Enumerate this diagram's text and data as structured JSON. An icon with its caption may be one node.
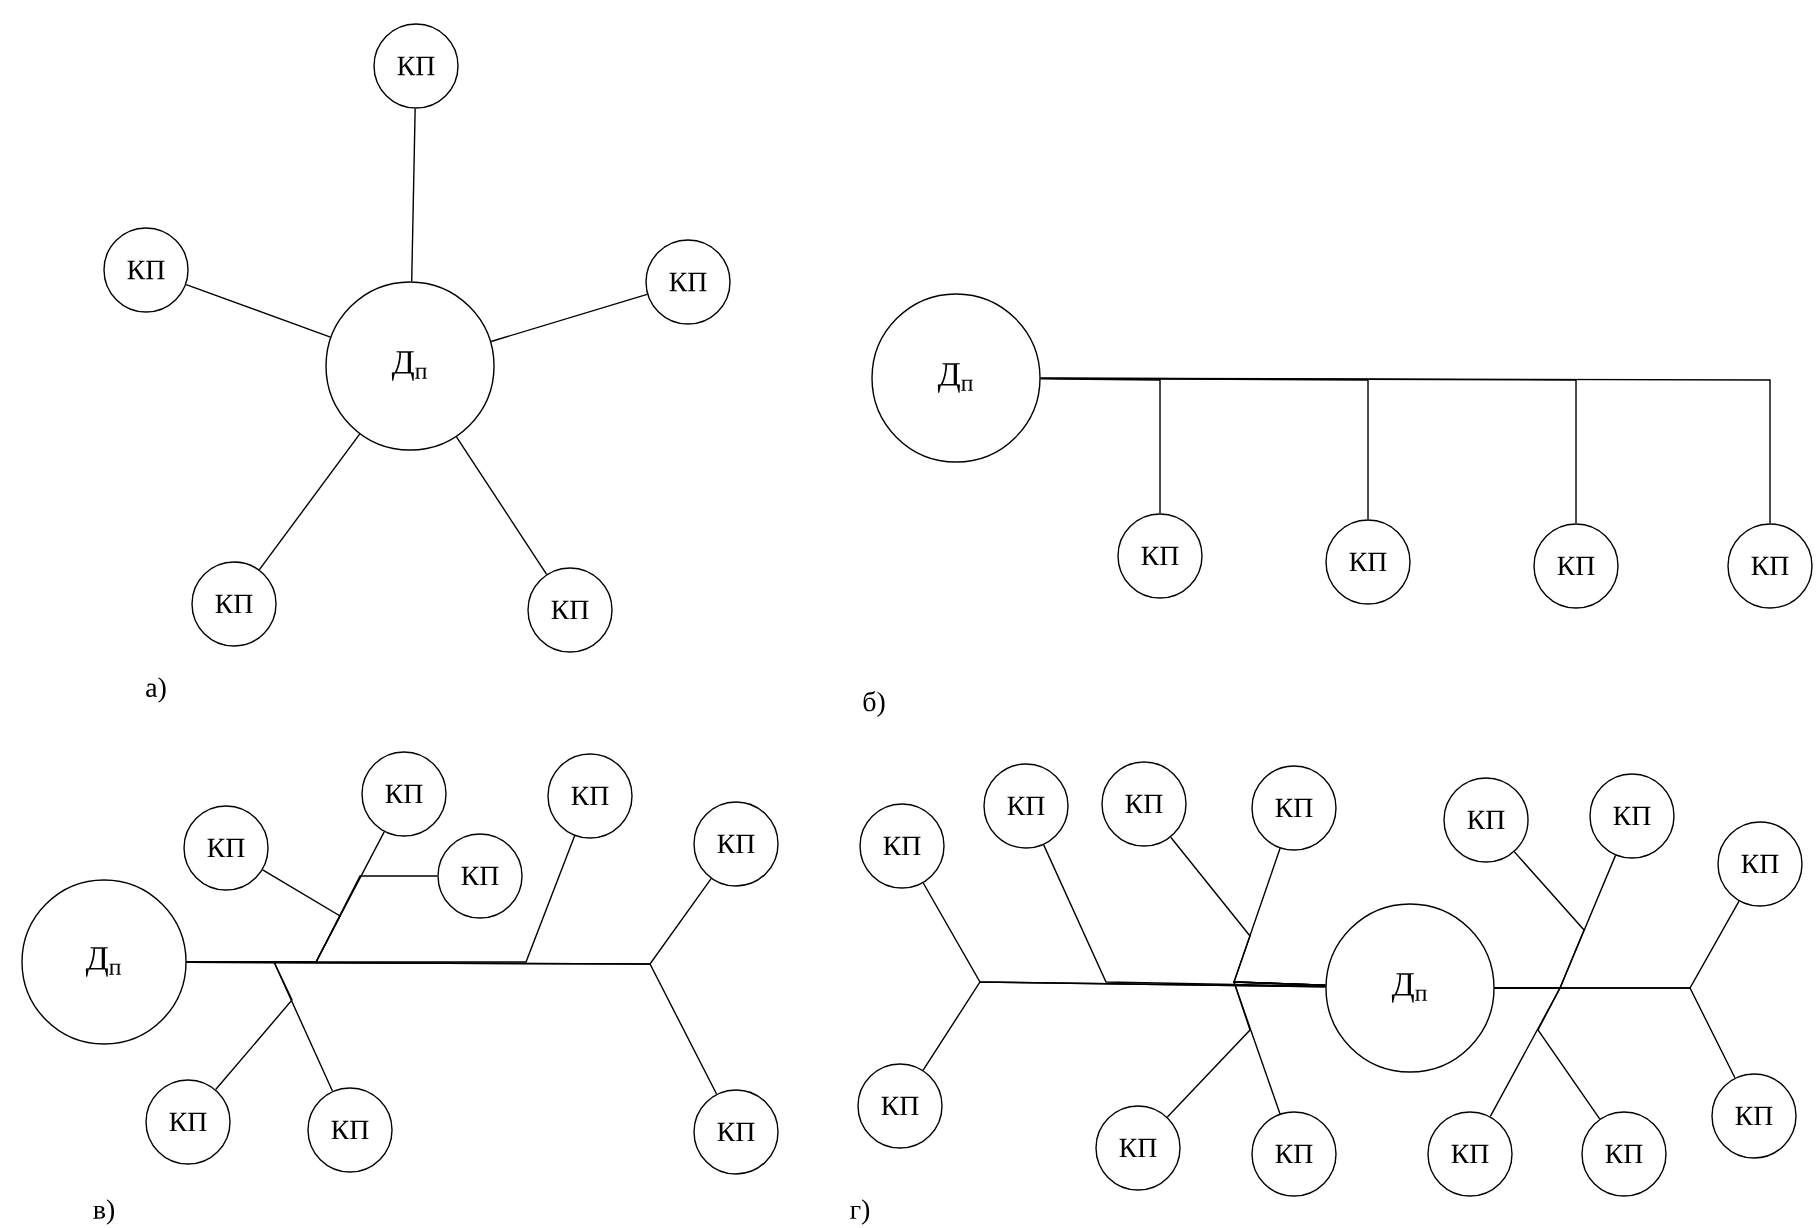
{
  "diagram": {
    "nodes": [
      {
        "text": [
          "Д$_{п}$"
        ]
      },
      {
        "text": [
          "КП"
        ]
      },
      {
        "text": [
          "КП"
        ]
      },
      {
        "text": [
          "КП"
        ]
      },
      {
        "text": [
          "КП"
        ]
      },
      {
        "text": [
          "КП"
        ]
      },
      {
        "text": [
          "Д$_{п}$"
        ]
      },
      {
        "text": [
          "КП"
        ]
      },
      {
        "text": [
          "КП"
        ]
      },
      {
        "text": [
          "КП"
        ]
      },
      {
        "text": [
          "КП"
        ]
      },
      {
        "text": [
          "Д$_{п}$"
        ]
      },
      {
        "text": [
          "КП"
        ]
      },
      {
        "text": [
          "КП"
        ]
      },
      {
        "text": [
          "КП"
        ]
      },
      {
        "text": [
          "КП"
        ]
      },
      {
        "text": [
          "КП"
        ]
      },
      {
        "text": [
          "КП"
        ]
      },
      {
        "text": [
          "КП"
        ]
      },
      {
        "text": [
          "КП"
        ]
      },
      {
        "text": [
          "КП"
        ]
      },
      {
        "text": [
          "КП"
        ]
      },
      {
        "text": [
          "КП"
        ]
      },
      {
        "text": [
          "КП"
        ]
      },
      {
        "text": [
          "Д$_{п}$"
        ]
      },
      {
        "text": [
          "КП"
        ]
      },
      {
        "text": [
          "КП"
        ]
      },
      {
        "text": [
          "КП"
        ]
      },
      {
        "text": [
          "КП"
        ]
      },
      {
        "text": [
          "КП"
        ]
      },
      {
        "text": [
          "КП"
        ]
      },
      {
        "text": [
          "КП"
        ]
      },
      {
        "text": [
          "КП"
        ]
      },
      {
        "text": [
          "КП"
        ]
      }
    ],
    "edges": [
      {
        "from": 0,
        "to": 1,
        "arrow": "none"
      },
      {
        "from": 0,
        "to": 2,
        "arrow": "none"
      },
      {
        "from": 0,
        "to": 3,
        "arrow": "none"
      },
      {
        "from": 0,
        "to": 4,
        "arrow": "none"
      },
      {
        "from": 0,
        "to": 5,
        "arrow": "none"
      },
      {
        "from": 6,
        "to": 7,
        "arrow": "none"
      },
      {
        "from": 6,
        "to": 8,
        "arrow": "none"
      },
      {
        "from": 6,
        "to": 9,
        "arrow": "none"
      },
      {
        "from": 6,
        "to": 10,
        "arrow": "none"
      },
      {
        "from": 11,
        "to": 12,
        "arrow": "none"
      },
      {
        "from": 11,
        "to": 13,
        "arrow": "none"
      },
      {
        "from": 11,
        "to": 14,
        "arrow": "none"
      },
      {
        "from": 11,
        "to": 15,
        "arrow": "none"
      },
      {
        "from": 11,
        "to": 16,
        "arrow": "none"
      },
      {
        "from": 11,
        "to": 17,
        "arrow": "none"
      },
      {
        "from": 11,
        "to": 18,
        "arrow": "none"
      },
      {
        "from": 11,
        "to": 19,
        "arrow": "none"
      },
      {
        "from": 24,
        "to": 20,
        "arrow": "none"
      },
      {
        "from": 24,
        "to": 21,
        "arrow": "none"
      },
      {
        "from": 24,
        "to": 22,
        "arrow": "none"
      },
      {
        "from": 24,
        "to": 23,
        "arrow": "none"
      },
      {
        "from": 24,
        "to": 25,
        "arrow": "none"
      },
      {
        "from": 24,
        "to": 26,
        "arrow": "none"
      },
      {
        "from": 24,
        "to": 27,
        "arrow": "none"
      },
      {
        "from": 24,
        "to": 28,
        "arrow": "none"
      },
      {
        "from": 24,
        "to": 29,
        "arrow": "none"
      },
      {
        "from": 24,
        "to": 30,
        "arrow": "none"
      },
      {
        "from": 24,
        "to": 31,
        "arrow": "none"
      },
      {
        "from": 24,
        "to": 32,
        "arrow": "none"
      },
      {
        "from": 24,
        "to": 33,
        "arrow": "none"
      }
    ],
    "labels": [
      "а)",
      "б)",
      "в)",
      "г)"
    ]
  }
}
